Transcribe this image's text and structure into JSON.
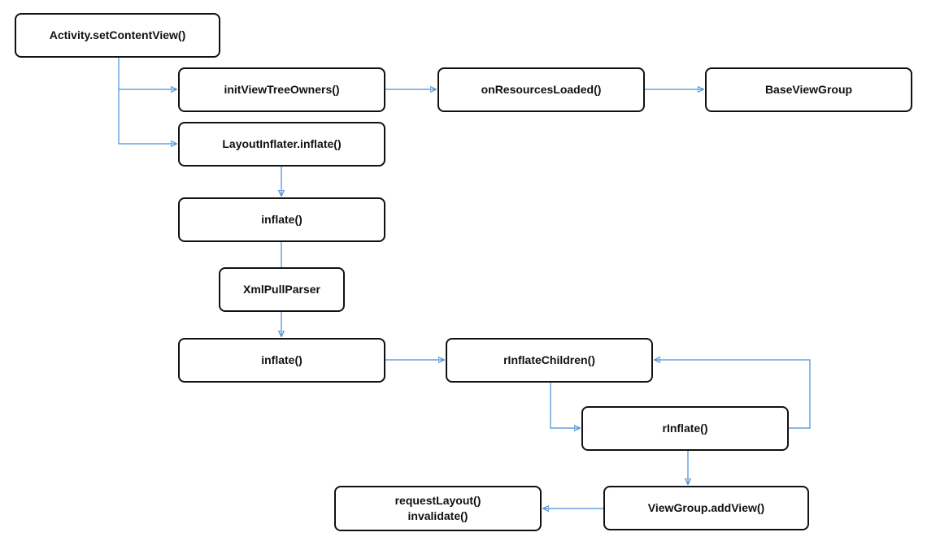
{
  "colors": {
    "connector": "#4a8fd4",
    "box_border": "#111111",
    "background": "#ffffff"
  },
  "nodes": {
    "activity_set_content_view": "Activity.setContentView()",
    "init_view_tree_owners": "initViewTreeOwners()",
    "on_resources_loaded": "onResourcesLoaded()",
    "base_view_group": "BaseViewGroup",
    "layout_inflater_inflate": "LayoutInflater.inflate()",
    "inflate_first": "inflate()",
    "xml_pull_parser": "XmlPullParser",
    "inflate_second": "inflate()",
    "r_inflate_children": "rInflateChildren()",
    "r_inflate": "rInflate()",
    "view_group_add_view": "ViewGroup.addView()",
    "request_layout": "requestLayout()",
    "invalidate": "invalidate()"
  },
  "edges": [
    {
      "from": "Activity.setContentView()",
      "to": "initViewTreeOwners()"
    },
    {
      "from": "Activity.setContentView()",
      "to": "LayoutInflater.inflate()"
    },
    {
      "from": "initViewTreeOwners()",
      "to": "onResourcesLoaded()"
    },
    {
      "from": "onResourcesLoaded()",
      "to": "BaseViewGroup"
    },
    {
      "from": "LayoutInflater.inflate()",
      "to": "inflate()"
    },
    {
      "from": "inflate()",
      "to": "XmlPullParser"
    },
    {
      "from": "XmlPullParser",
      "to": "inflate()"
    },
    {
      "from": "inflate()",
      "to": "rInflateChildren()"
    },
    {
      "from": "rInflateChildren()",
      "to": "rInflate()"
    },
    {
      "from": "rInflate()",
      "to": "rInflateChildren()"
    },
    {
      "from": "rInflate()",
      "to": "ViewGroup.addView()"
    },
    {
      "from": "ViewGroup.addView()",
      "to": "requestLayout() invalidate()"
    }
  ]
}
